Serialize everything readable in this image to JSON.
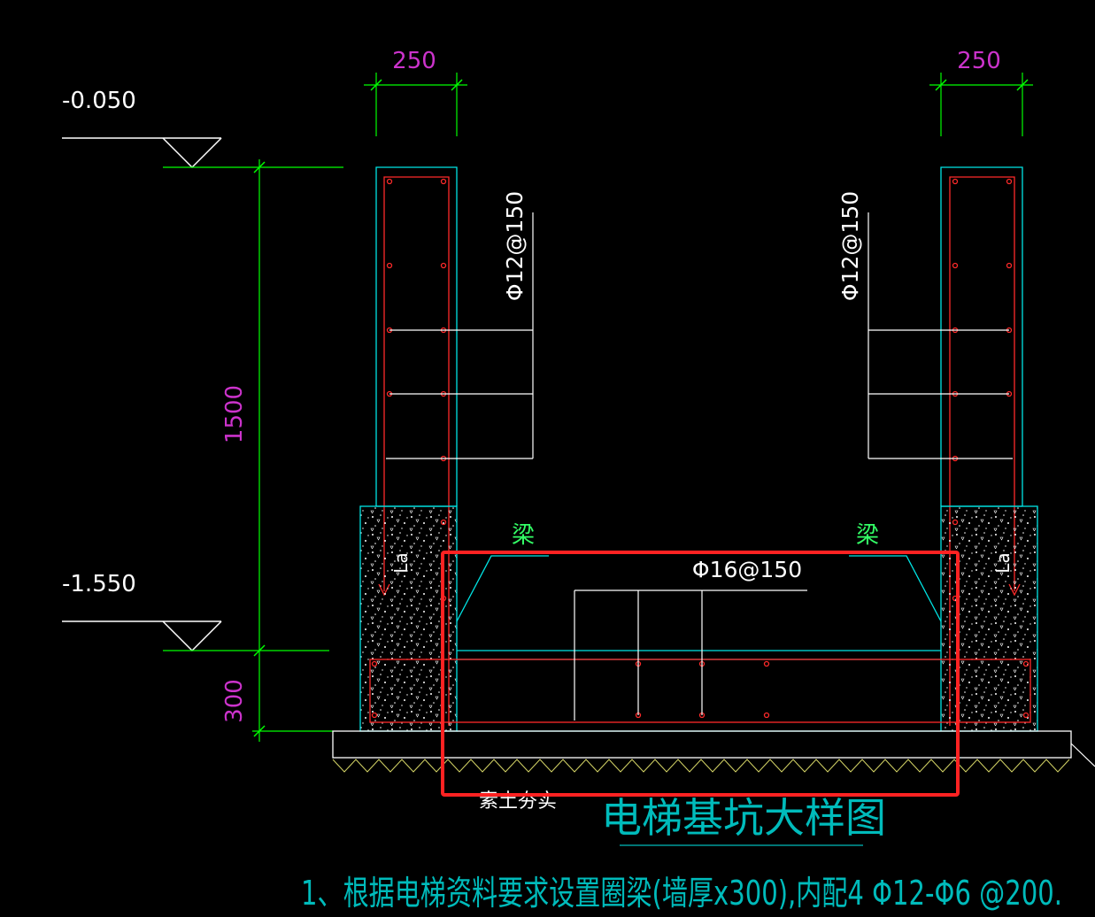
{
  "drawing": {
    "title": "电梯基坑大样图",
    "note": "1、根据电梯资料要求设置圈梁(墙厚x300),内配4 Φ12-Φ6 @200.",
    "dimensions": {
      "wall_left_width": "250",
      "wall_right_width": "250",
      "height_wall": "1500",
      "height_base": "300"
    },
    "elevations": {
      "top": "-0.050",
      "bottom": "-1.550"
    },
    "rebar": {
      "wall_left": "Φ12@150",
      "wall_right": "Φ12@150",
      "base": "Φ16@150"
    },
    "labels": {
      "beam_left": "梁",
      "beam_right": "梁",
      "anchorage_left": "La",
      "anchorage_right": "La",
      "soil": "素土夯实"
    },
    "colors": {
      "background": "#000000",
      "dimension": "#00ff00",
      "dimension_text": "#cc33cc",
      "outline": "#00e5e5",
      "rebar": "#ff2a2a",
      "text": "#ffffff",
      "title": "#00bbbb",
      "highlight": "#ff2222",
      "soil": "#d4d466"
    }
  }
}
